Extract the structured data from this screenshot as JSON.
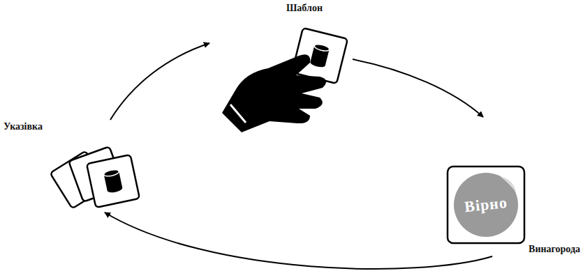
{
  "diagram": {
    "nodes": [
      {
        "text": [
          "Указівка"
        ]
      },
      {
        "text": [
          "Шаблон"
        ]
      },
      {
        "text": [
          "Вірно",
          "Винагорода"
        ]
      }
    ],
    "edges": [
      {
        "from": 0,
        "to": 1,
        "arrow": "to"
      },
      {
        "from": 1,
        "to": 2,
        "arrow": "to"
      },
      {
        "from": 2,
        "to": 0,
        "arrow": "to"
      }
    ]
  }
}
